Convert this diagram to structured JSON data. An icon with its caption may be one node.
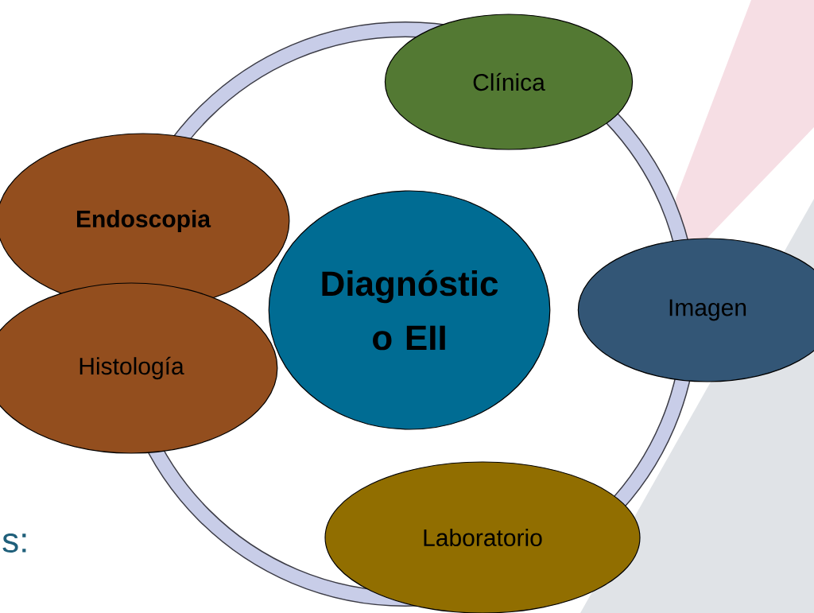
{
  "diagram": {
    "nodes": [
      {
        "text": [
          "Clínica"
        ]
      },
      {
        "text": [
          "Endoscopia"
        ]
      },
      {
        "text": [
          "Diagnóstic o EII"
        ]
      },
      {
        "text": [
          "Imagen"
        ]
      },
      {
        "text": [
          "Histología"
        ]
      },
      {
        "text": [
          "Laboratorio"
        ]
      }
    ],
    "labels": [
      "s:"
    ]
  }
}
